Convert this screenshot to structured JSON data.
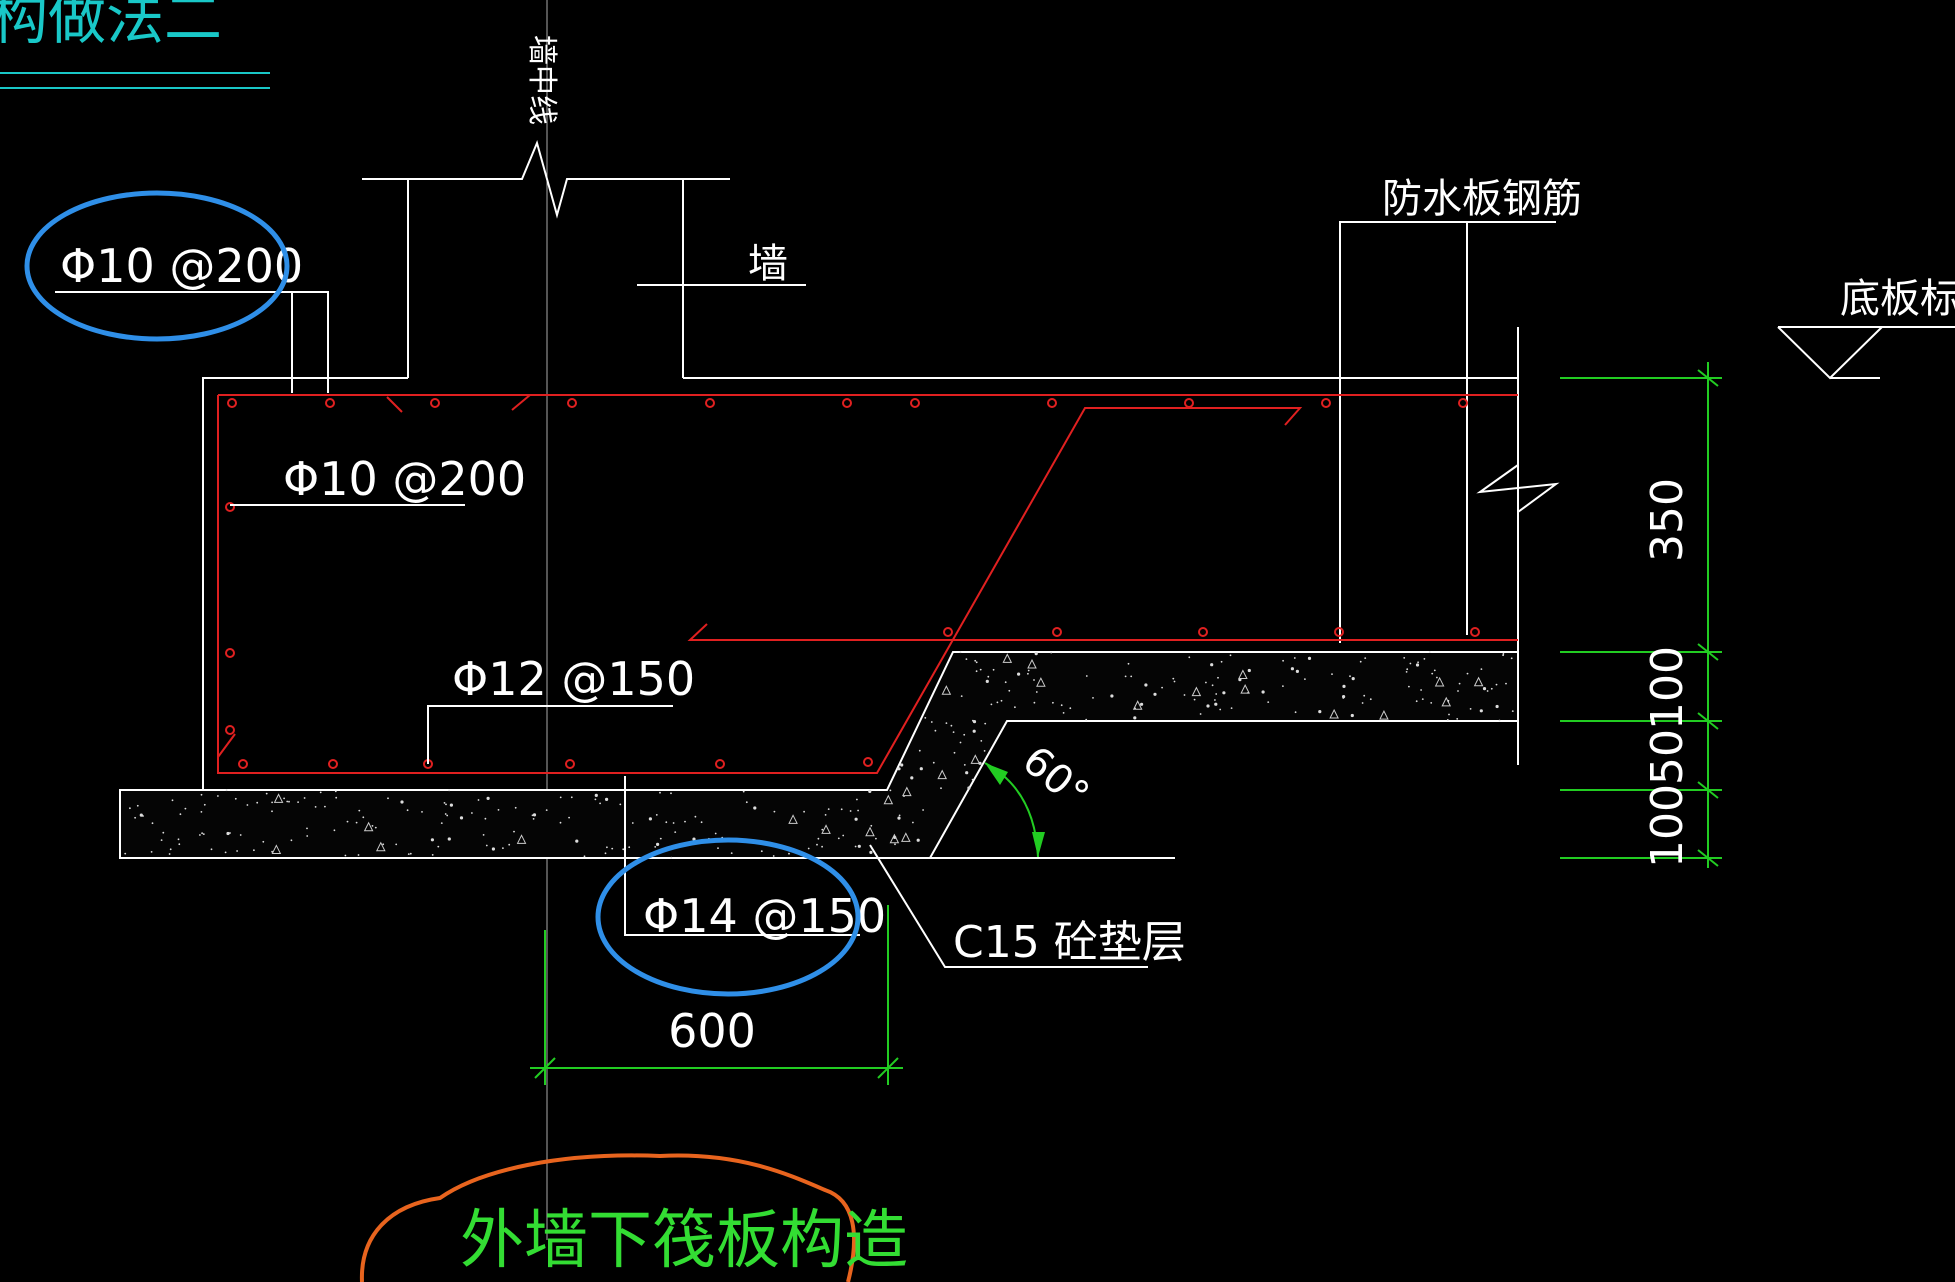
{
  "header": {
    "title_fragment": "构做法二"
  },
  "labels": {
    "wall_centerline": "墙中线",
    "wall": "墙",
    "waterproof_rebar": "防水板钢筋",
    "slab_bottom_elevation": "底板标高",
    "rebar_top": "Φ10 @200",
    "rebar_side": "Φ10 @200",
    "rebar_middle": "Φ12 @150",
    "rebar_bottom": "Φ14 @150",
    "cushion_layer": "C15 砼垫层",
    "angle": "60°",
    "caption": "外墙下筏板构造"
  },
  "dimensions": {
    "width_600": "600",
    "height_350": "350",
    "height_100_a": "100",
    "height_50": "50",
    "height_100_b": "100"
  },
  "colors": {
    "background": "#000000",
    "line": "#ffffff",
    "rebar": "#e02020",
    "dimension": "#22cc22",
    "highlight_circle": "#2f8fe8",
    "caption_outline": "#e8641e",
    "caption_text": "#33dd33",
    "header_text": "#19c8c8"
  }
}
